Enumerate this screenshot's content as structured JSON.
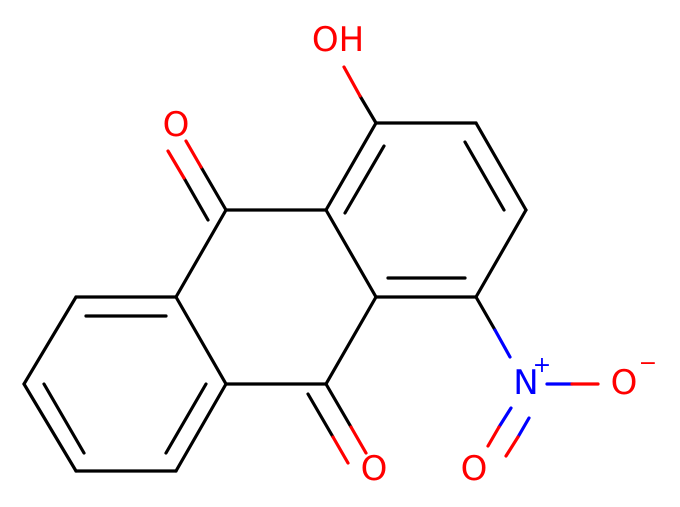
{
  "structure": {
    "colors": {
      "bond": "#000000",
      "oxygen": "#ff0000",
      "nitrogen": "#0000ff"
    },
    "labels": {
      "hydroxyl": "OH",
      "carbonyl_top": "O",
      "carbonyl_bottom": "O",
      "nitrogen": "N",
      "nitrogen_charge": "+",
      "nitro_oxygen_single": "O",
      "nitro_oxygen_single_charge": "−",
      "nitro_oxygen_double": "O"
    }
  }
}
